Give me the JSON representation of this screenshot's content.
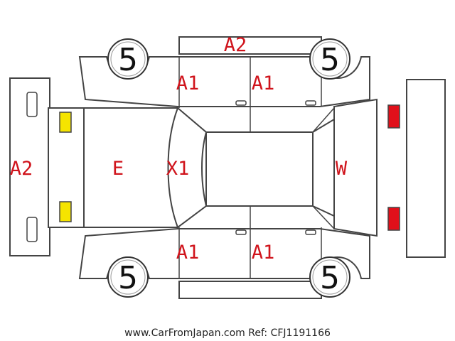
{
  "diagram": {
    "labels": {
      "roof_top": "A2",
      "front_bumper": "A2",
      "left_front_door": "A1",
      "left_rear_door": "A1",
      "right_front_door": "A1",
      "right_rear_door": "A1",
      "hood": "E",
      "windshield": "X1",
      "rear_glass": "W"
    },
    "tires": {
      "front_left": "5",
      "rear_left": "5",
      "front_right": "5",
      "rear_right": "5"
    },
    "colors": {
      "damage_text": "#d0141c",
      "headlight": "#f5e400",
      "taillight": "#e0101a",
      "outline": "#444444"
    }
  },
  "footer": {
    "text": "www.CarFromJapan.com Ref: CFJ1191166"
  }
}
